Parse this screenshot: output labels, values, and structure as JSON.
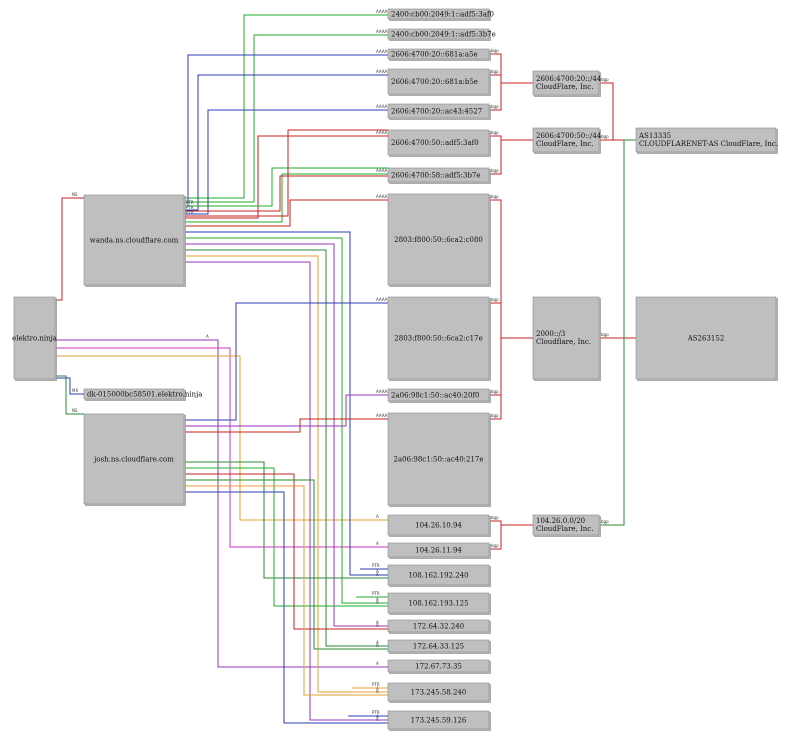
{
  "graph": {
    "nodes": [
      {
        "id": "elektro",
        "label": "elektro.ninja"
      },
      {
        "id": "wanda",
        "label": "wanda.ns.cloudflare.com"
      },
      {
        "id": "josh",
        "label": "josh.ns.cloudflare.com"
      },
      {
        "id": "dk",
        "label": "dk-015000bc58501.elektro.ninja"
      },
      {
        "id": "v6_1",
        "label": "2400:cb00:2049:1::adf5:3af0"
      },
      {
        "id": "v6_2",
        "label": "2400:cb00:2049:1::adf5:3b7e"
      },
      {
        "id": "v6_3",
        "label": "2606:4700:20::681a:a5e"
      },
      {
        "id": "v6_4",
        "label": "2606:4700:20::681a:b5e"
      },
      {
        "id": "v6_5",
        "label": "2606:4700:20::ac43:4527"
      },
      {
        "id": "v6_6",
        "label": "2606:4700:50::adf5:3af0"
      },
      {
        "id": "v6_7",
        "label": "2606:4700:58::adf5:3b7e"
      },
      {
        "id": "v6_8",
        "label": "2803:f800:50::6ca2:c080"
      },
      {
        "id": "v6_9",
        "label": "2803:f800:50::6ca2:c17e"
      },
      {
        "id": "v6_10",
        "label": "2a06:98c1:50::ac40:20f0"
      },
      {
        "id": "v6_11",
        "label": "2a06:98c1:50::ac40:217e"
      },
      {
        "id": "v4_1",
        "label": "104.26.10.94"
      },
      {
        "id": "v4_2",
        "label": "104.26.11.94"
      },
      {
        "id": "v4_3",
        "label": "108.162.192.240"
      },
      {
        "id": "v4_4",
        "label": "108.162.193.125"
      },
      {
        "id": "v4_5",
        "label": "172.64.32.240"
      },
      {
        "id": "v4_6",
        "label": "172.64.33.125"
      },
      {
        "id": "v4_7",
        "label": "172.67.73.35"
      },
      {
        "id": "v4_8",
        "label": "173.245.58.240"
      },
      {
        "id": "v4_9",
        "label": "173.245.59.126"
      },
      {
        "id": "pfx1",
        "label": "2606:4700:20::/44\nCloudFlare, Inc."
      },
      {
        "id": "pfx2",
        "label": "2606:4700:50::/44\nCloudFlare, Inc."
      },
      {
        "id": "pfx3",
        "label": "2000::/3\nCloudflare, Inc."
      },
      {
        "id": "pfx4",
        "label": "104.26.0.0/20\nCloudFlare, Inc."
      },
      {
        "id": "as1",
        "label": "AS13335\nCLOUDFLARENET-AS CloudFlare, Inc."
      },
      {
        "id": "as2",
        "label": "AS263152"
      }
    ],
    "edge_labels": {
      "a": "A",
      "aaaa": "AAAA",
      "ns": "NS",
      "mx": "MX",
      "ptr": "PTR",
      "bgp": "bgp"
    },
    "colors": {
      "green": "#1fae2a",
      "blue": "#2b3bb4",
      "red": "#c62020",
      "purple": "#9a36b8",
      "orange": "#e0a030",
      "magenta": "#d030c0",
      "darkgreen": "#2a8a30",
      "gray": "#888888"
    }
  }
}
